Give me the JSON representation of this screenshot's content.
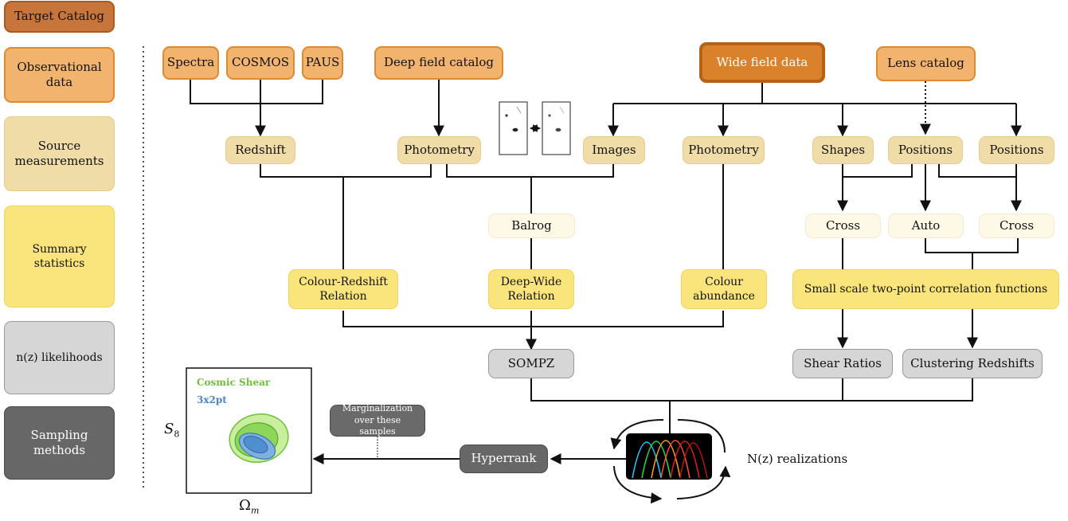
{
  "legend": {
    "target_catalog": "Target Catalog",
    "observational_data": "Observational data",
    "source_measurements": "Source measurements",
    "summary_statistics": "Summary statistics",
    "nz_likelihoods": "n(z) likelihoods",
    "sampling_methods": "Sampling methods"
  },
  "observational": {
    "spectra": "Spectra",
    "cosmos": "COSMOS",
    "paus": "PAUS",
    "deep_field": "Deep field catalog",
    "wide_field": "Wide field data",
    "lens_catalog": "Lens catalog"
  },
  "source": {
    "redshift": "Redshift",
    "photometry_deep": "Photometry",
    "images": "Images",
    "photometry_wide": "Photometry",
    "shapes": "Shapes",
    "positions_1": "Positions",
    "positions_2": "Positions"
  },
  "intermediate": {
    "balrog": "Balrog",
    "cross_1": "Cross",
    "auto": "Auto",
    "cross_2": "Cross"
  },
  "summary": {
    "colour_redshift": "Colour-Redshift Relation",
    "deep_wide": "Deep-Wide Relation",
    "colour_abundance": "Colour abundance",
    "small_scale": "Small scale two-point correlation functions"
  },
  "likelihoods": {
    "sompz": "SOMPZ",
    "shear_ratios": "Shear Ratios",
    "clustering_redshifts": "Clustering Redshifts"
  },
  "sampling": {
    "hyperrank": "Hyperrank",
    "marginalization": "Marginalization over these samples",
    "nz_realizations": "N(z) realizations"
  },
  "contour_plot": {
    "cosmic_shear": "Cosmic Shear",
    "three_x_two": "3x2pt",
    "y_label": "S8",
    "x_label": "Ωm"
  },
  "colors": {
    "cosmic_shear": "#6fbf3a",
    "three_x_two": "#4a86c5"
  }
}
